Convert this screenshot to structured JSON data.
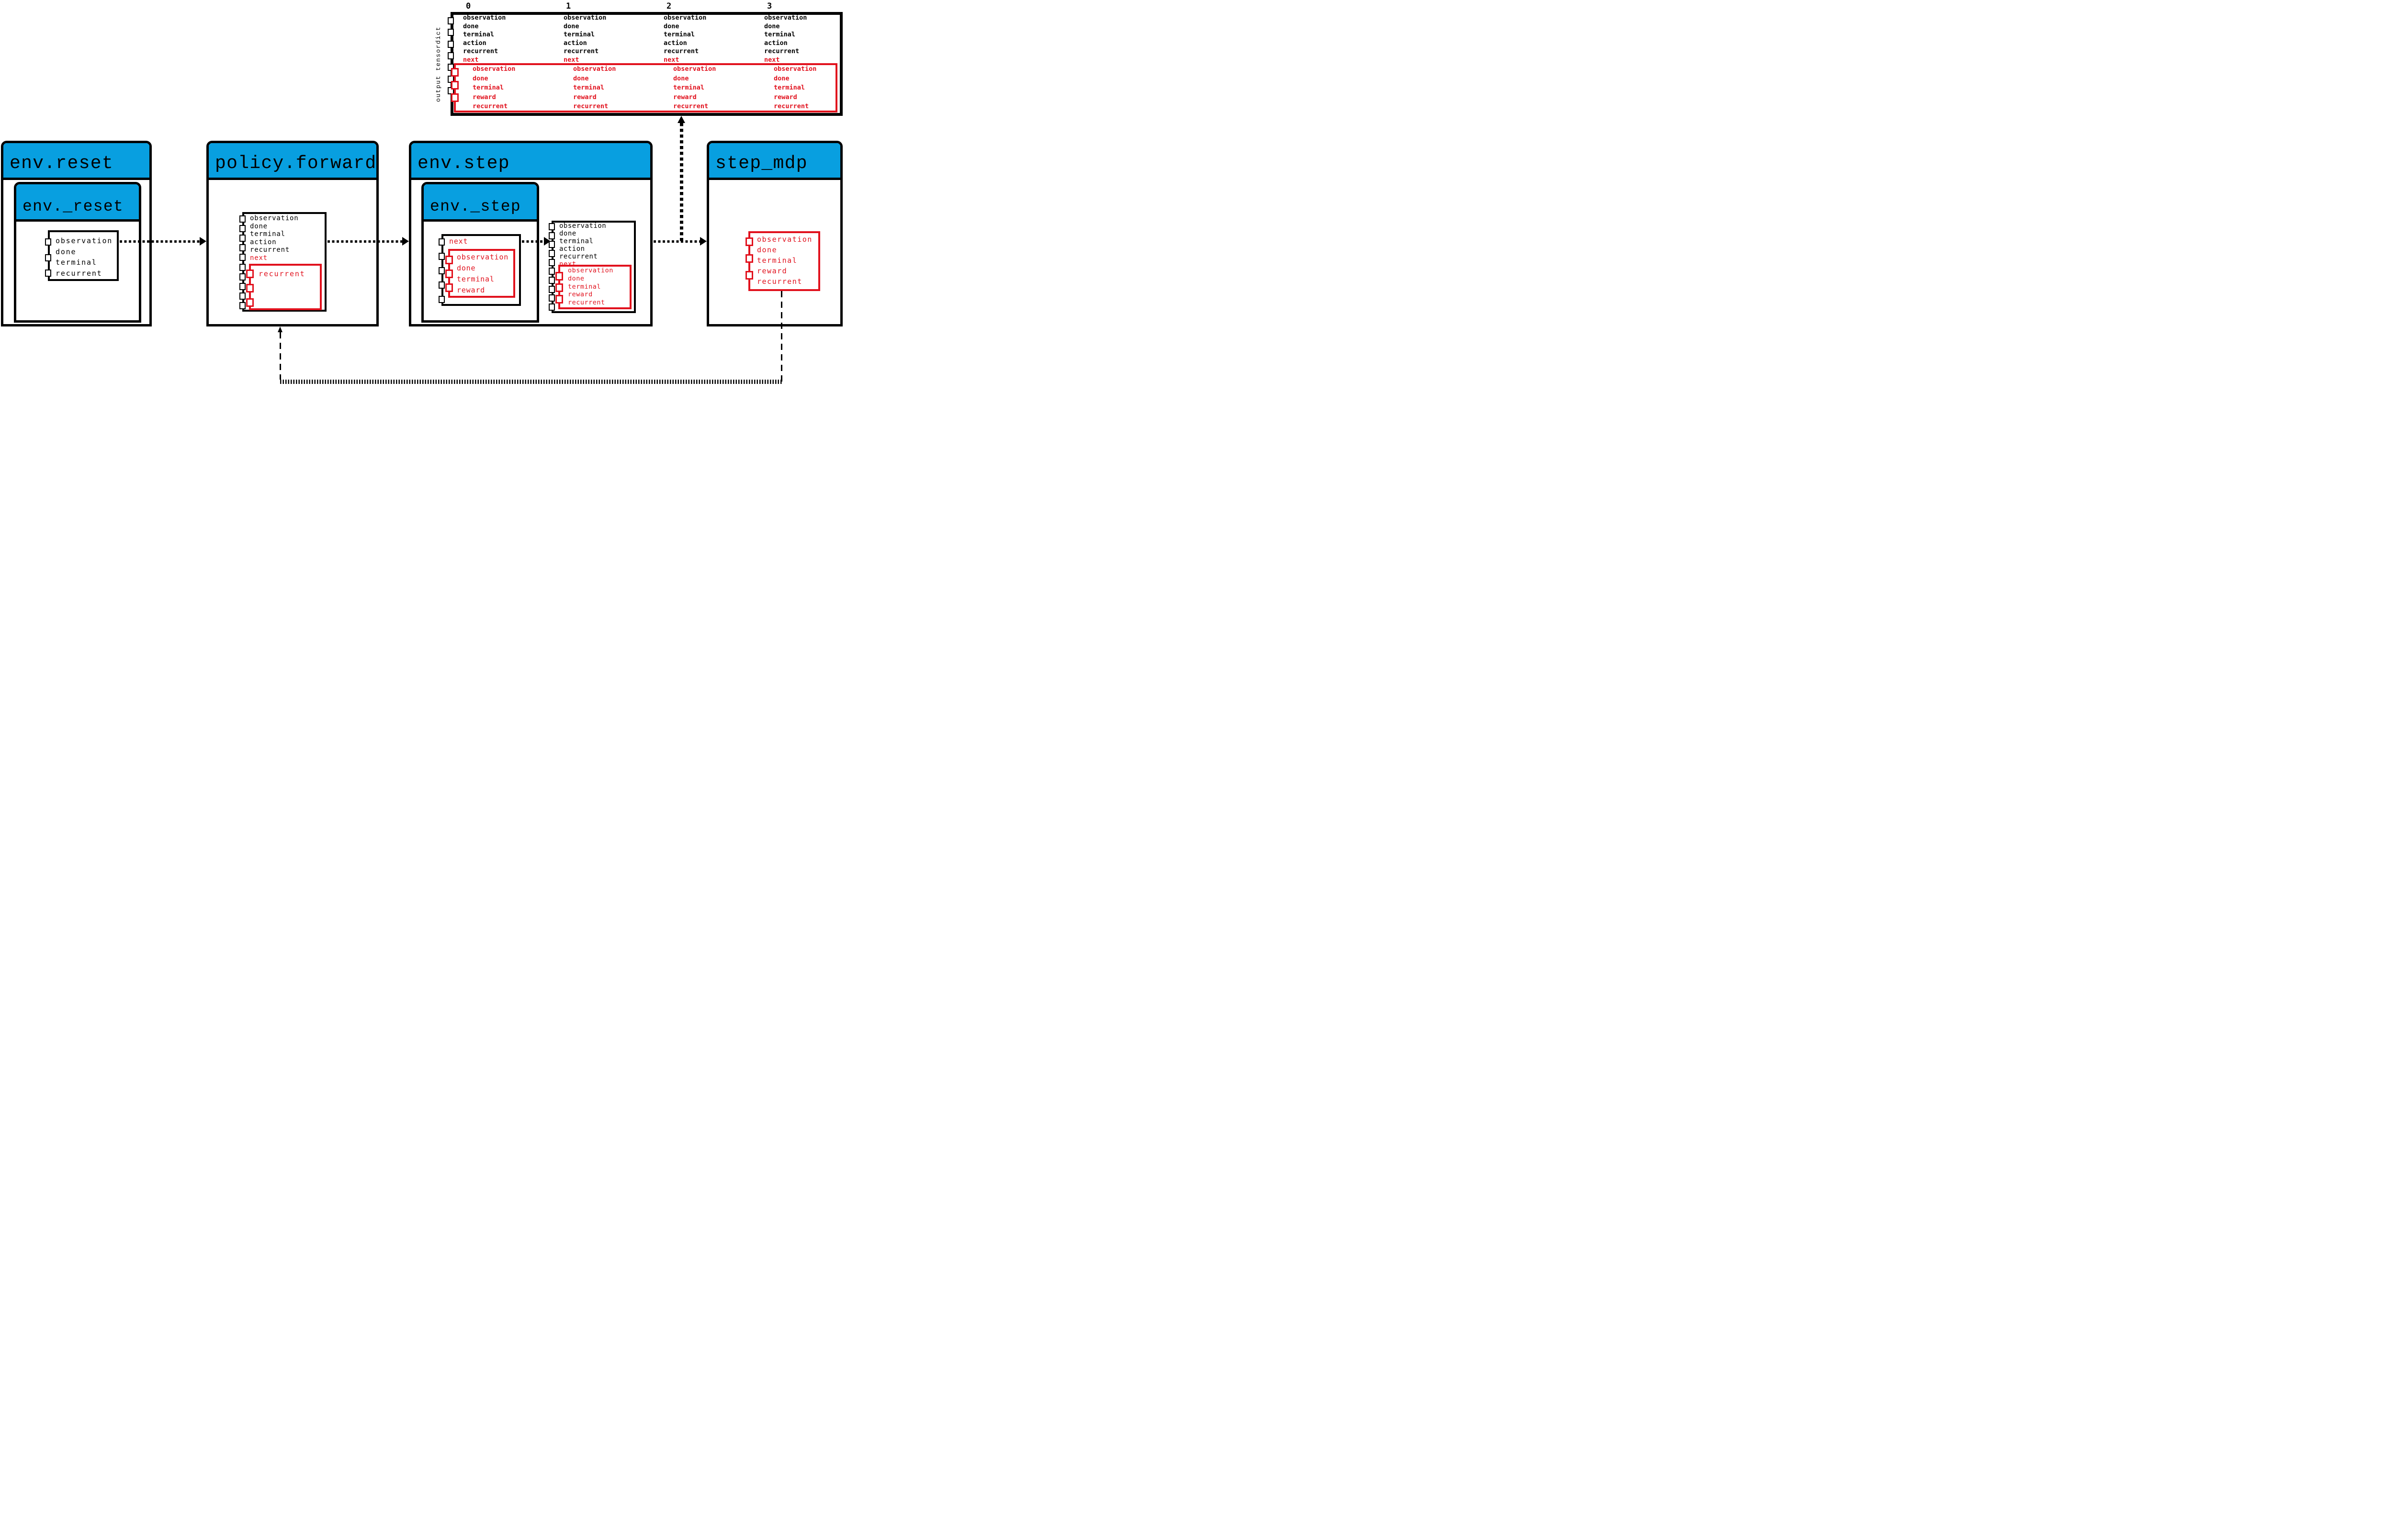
{
  "colors": {
    "header_blue": "#089fe0",
    "key_red": "#e1111d",
    "ink_black": "#000000",
    "background": "#ffffff"
  },
  "output_tensordict": {
    "side_label": "output tensordict",
    "column_labels": [
      "0",
      "1",
      "2",
      "3"
    ],
    "root_keys": [
      "observation",
      "done",
      "terminal",
      "action",
      "recurrent"
    ],
    "next_key": "next",
    "next_keys": [
      "observation",
      "done",
      "terminal",
      "reward",
      "recurrent"
    ]
  },
  "env_reset": {
    "title": "env.reset",
    "inner_title": "env._reset",
    "tensordict_keys": [
      "observation",
      "done",
      "terminal",
      "recurrent"
    ]
  },
  "policy_forward": {
    "title": "policy.forward",
    "tensordict_root_keys": [
      "observation",
      "done",
      "terminal",
      "action",
      "recurrent"
    ],
    "next_key": "next",
    "next_tensordict_keys": [
      "recurrent"
    ]
  },
  "env_step": {
    "title": "env.step",
    "inner_title": "env._step",
    "step_input_tensordict": {
      "next_key": "next",
      "next_tensordict_keys": [
        "observation",
        "done",
        "terminal",
        "reward"
      ]
    },
    "step_output_tensordict": {
      "root_keys": [
        "observation",
        "done",
        "terminal",
        "action",
        "recurrent"
      ],
      "next_key": "next",
      "next_tensordict_keys": [
        "observation",
        "done",
        "terminal",
        "reward",
        "recurrent"
      ]
    }
  },
  "step_mdp": {
    "title": "step_mdp",
    "tensordict_keys": [
      "observation",
      "done",
      "terminal",
      "reward",
      "recurrent"
    ]
  }
}
